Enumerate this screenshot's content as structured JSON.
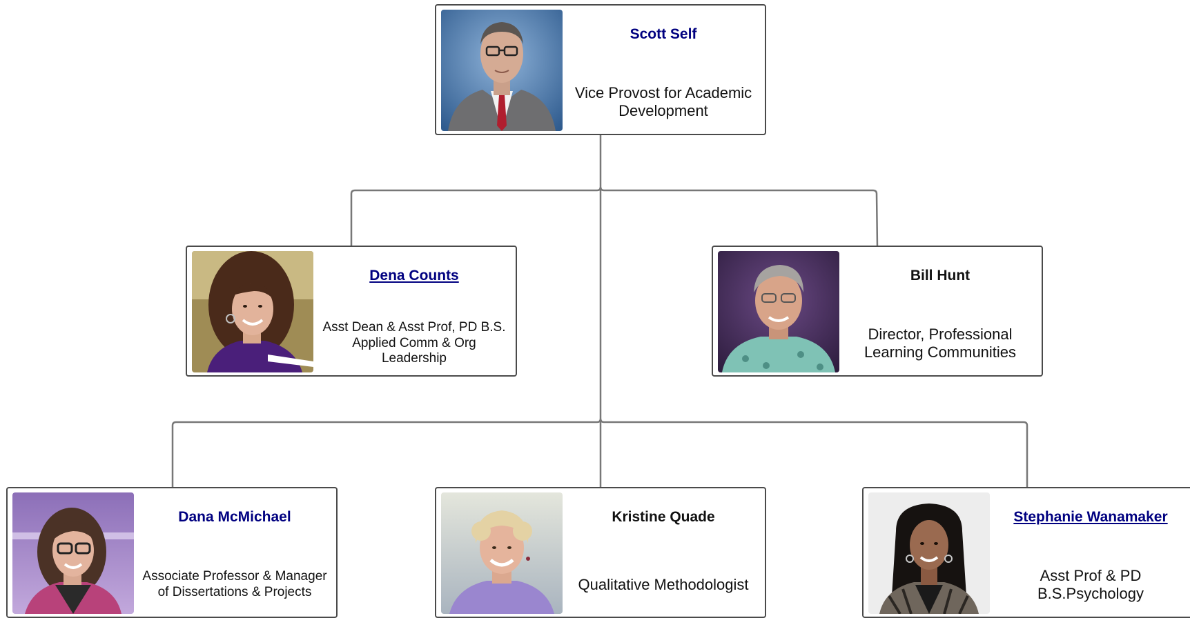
{
  "org_chart": {
    "nodes": [
      {
        "id": "self",
        "name": "Scott Self",
        "title": "Vice Provost for Academic\nDevelopment",
        "name_style": "blue",
        "photo": "portrait-man-suit"
      },
      {
        "id": "counts",
        "name": "Dena Counts",
        "title": "Asst Dean & Asst Prof, PD B.S.\nApplied Comm & Org Leadership",
        "name_style": "link",
        "photo": "portrait-woman-curly-hair"
      },
      {
        "id": "hunt",
        "name": "Bill Hunt",
        "title": "Director, Professional\nLearning Communities",
        "name_style": "black",
        "photo": "portrait-man-gray-hair"
      },
      {
        "id": "mcmichael",
        "name": "Dana McMichael",
        "title": "Associate Professor & Manager\nof Dissertations & Projects",
        "name_style": "blue",
        "photo": "portrait-woman-glasses"
      },
      {
        "id": "quade",
        "name": "Kristine Quade",
        "title": "Qualitative Methodologist",
        "name_style": "black",
        "photo": "portrait-woman-blonde"
      },
      {
        "id": "wanamaker",
        "name": "Stephanie Wanamaker",
        "title": "Asst Prof & PD\nB.S.Psychology",
        "name_style": "link",
        "photo": "portrait-woman-dark-hair"
      }
    ],
    "reports_to": {
      "counts": "self",
      "hunt": "self",
      "mcmichael": "self",
      "quade": "self",
      "wanamaker": "self"
    },
    "colors": {
      "name_blue": "#000080",
      "border": "#4a4a4a",
      "connector": "#777777"
    }
  }
}
